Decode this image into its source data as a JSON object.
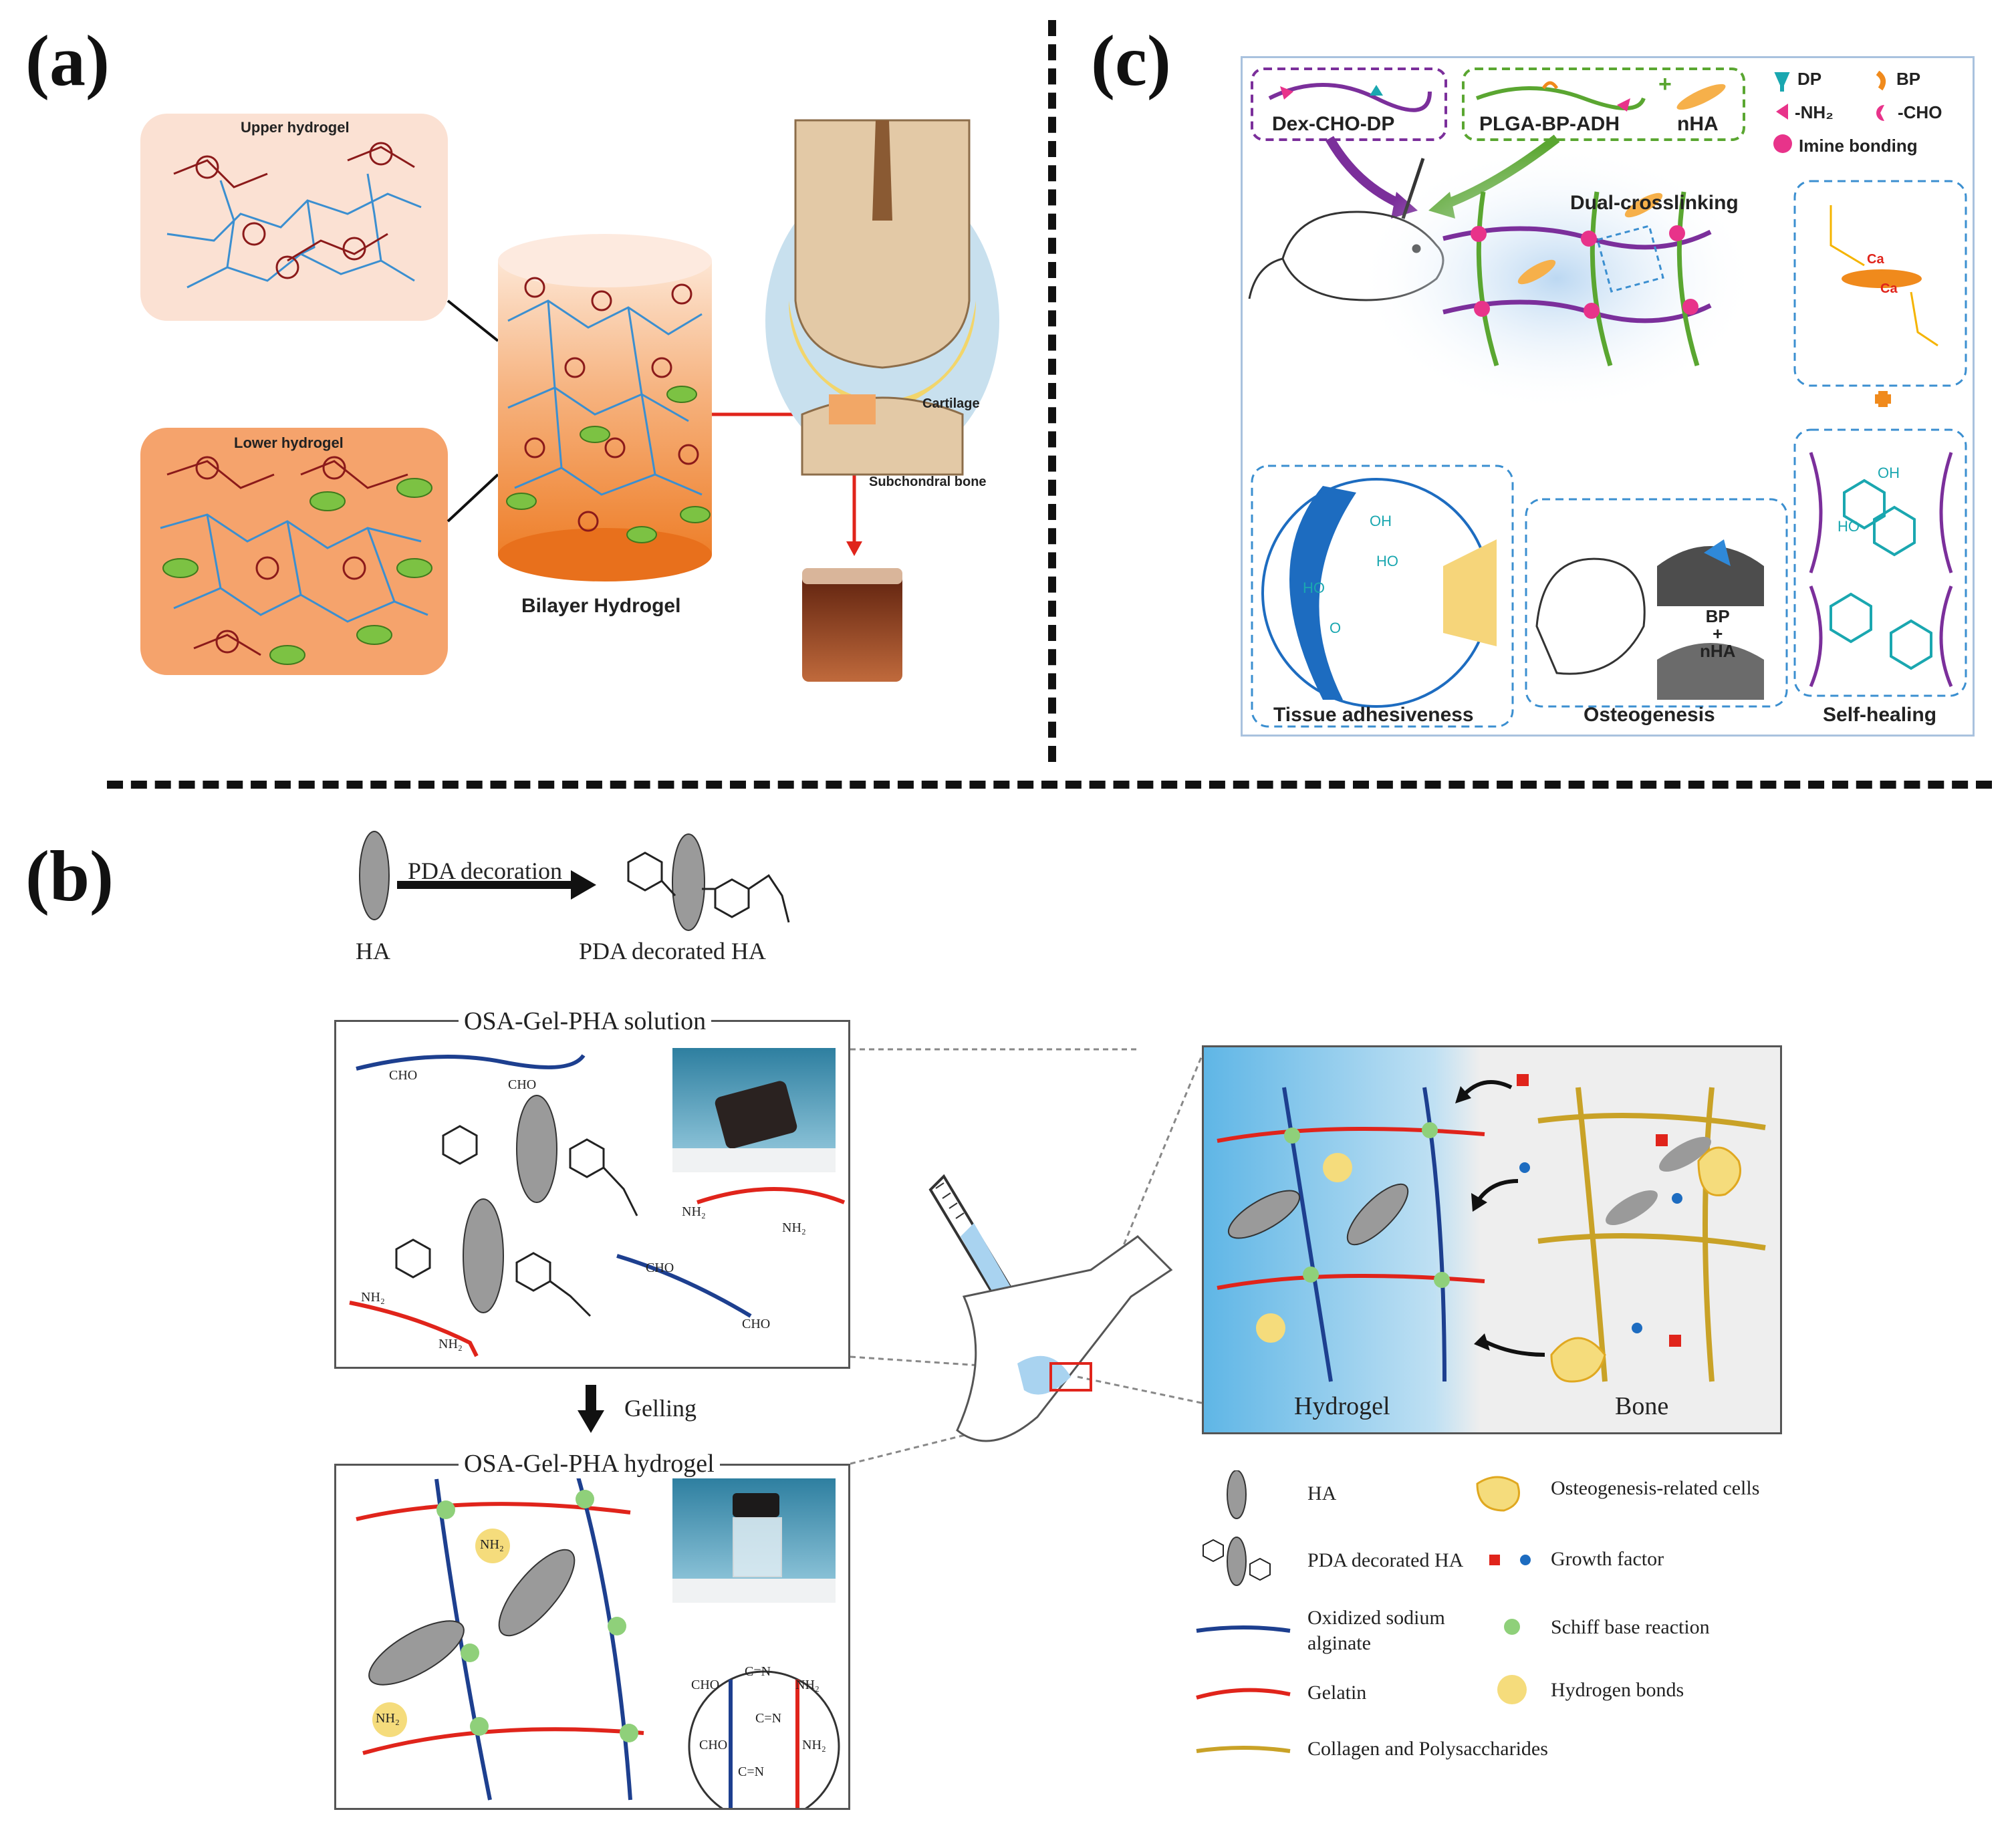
{
  "panels": {
    "a": {
      "label": "(a)",
      "upper_hydrogel": "Upper hydrogel",
      "lower_hydrogel": "Lower hydrogel",
      "bilayer": "Bilayer Hydrogel",
      "cartilage": "Cartilage",
      "subchondral": "Subchondral bone"
    },
    "b": {
      "label": "(b)",
      "ha": "HA",
      "pda_decoration": "PDA decoration",
      "pda_decorated_ha": "PDA decorated HA",
      "solution_title": "OSA-Gel-PHA solution",
      "gelling": "Gelling",
      "hydrogel_title": "OSA-Gel-PHA hydrogel",
      "hydrogel_region": "Hydrogel",
      "bone_region": "Bone",
      "cho": "CHO",
      "nh2": "NH₂",
      "cn": "C=N",
      "legend": {
        "ha": "HA",
        "pda_ha": "PDA decorated HA",
        "osa": "Oxidized sodium alginate",
        "gelatin": "Gelatin",
        "collagen": "Collagen and Polysaccharides",
        "cells": "Osteogenesis-related cells",
        "growth": "Growth factor",
        "schiff": "Schiff base reaction",
        "hbonds": "Hydrogen bonds"
      }
    },
    "c": {
      "label": "(c)",
      "dex": "Dex-CHO-DP",
      "plga": "PLGA-BP-ADH",
      "nha": "nHA",
      "plus": "+",
      "leg_dp": "DP",
      "leg_bp": "BP",
      "leg_nh2": "-NH₂",
      "leg_cho": "-CHO",
      "leg_imine": "Imine bonding",
      "dual": "Dual-crosslinking",
      "adhesive": "Tissue adhesiveness",
      "osteo": "Osteogenesis",
      "selfheal": "Self-healing",
      "bpnha": "BP\n+\nnHA",
      "ca": "Ca",
      "oh": "OH",
      "ho": "HO"
    }
  },
  "colors": {
    "blue_chain": "#1d3f8f",
    "red_chain": "#e0241b",
    "green_node": "#8fd07a",
    "yellow_hbond": "#f5dc7c",
    "collagen": "#c9a227",
    "dark_red_chain": "#8b1a1a",
    "light_blue_chain": "#3b8fd0",
    "magenta": "#e8338a",
    "purple": "#7b2f9b",
    "orange": "#f08a1c",
    "teal": "#1aa7b0"
  }
}
